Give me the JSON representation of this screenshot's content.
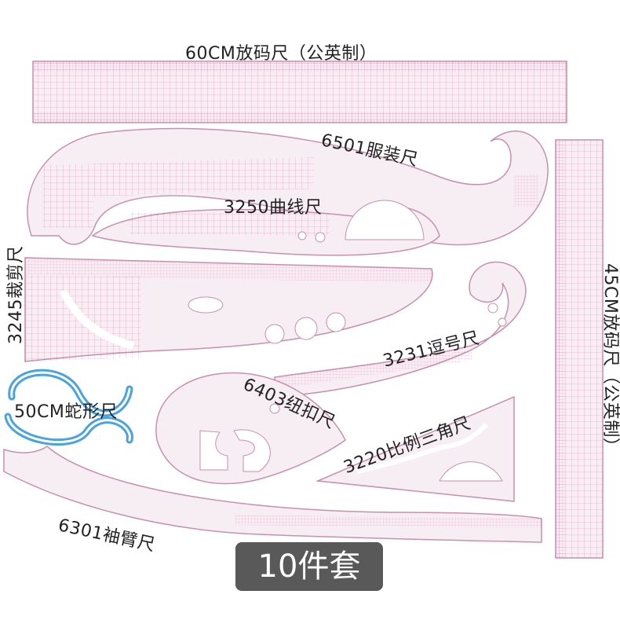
{
  "palette": {
    "ruler_fill": "#f7eef3",
    "ruler_edge": "#c98fae",
    "grid_line": "#b24a80",
    "hole_fill": "#ffffff",
    "tape_blue": "#4aa3e0",
    "badge_bg": "#595959",
    "label_text": "#222222"
  },
  "labels": {
    "ruler_60cm": "60CM放码尺（公英制）",
    "ruler_6501": "6501服装尺",
    "ruler_3250": "3250曲线尺",
    "ruler_3245": "3245裁剪尺",
    "ruler_45cm": "45CM放码尺（公英制）",
    "ruler_3231": "3231逗号尺",
    "ruler_6403": "6403纽扣尺",
    "tape_50cm": "50CM蛇形尺",
    "ruler_3220": "3220比例三角尺",
    "ruler_6301": "6301袖臂尺"
  },
  "badge": {
    "text": "10件套"
  }
}
